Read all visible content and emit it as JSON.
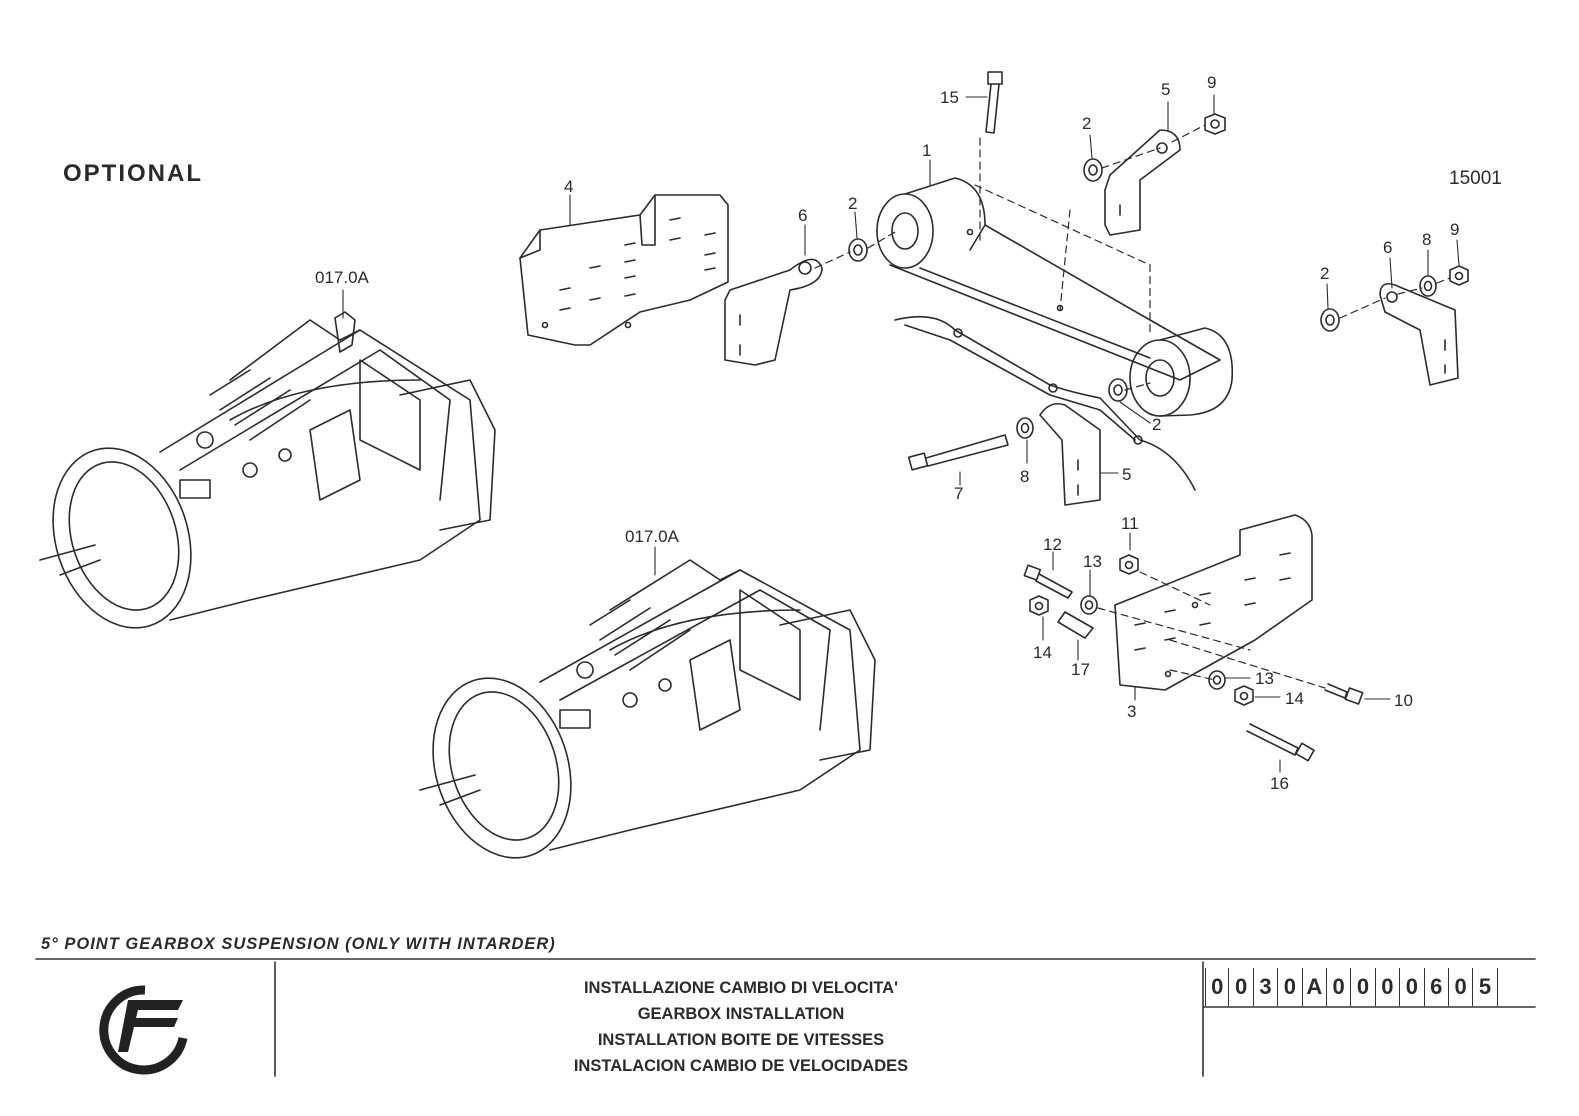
{
  "header": {
    "optional_label": "OPTIONAL",
    "drawing_ref": "15001"
  },
  "group_labels": [
    "017.0A",
    "017.0A"
  ],
  "callouts": [
    "15",
    "5",
    "9",
    "2",
    "1",
    "4",
    "6",
    "2",
    "6",
    "8",
    "9",
    "2",
    "2",
    "8",
    "5",
    "7",
    "11",
    "12",
    "13",
    "14",
    "17",
    "3",
    "13",
    "14",
    "10",
    "16"
  ],
  "footer": {
    "section_title": "5° POINT GEARBOX SUSPENSION (ONLY WITH INTARDER)",
    "titles": [
      "INSTALLAZIONE CAMBIO DI  VELOCITA'",
      "GEARBOX INSTALLATION",
      "INSTALLATION BOITE DE VITESSES",
      "INSTALACION CAMBIO DE VELOCIDADES"
    ],
    "code_chars": [
      "0",
      "0",
      "3",
      "0",
      "A",
      "0",
      "0",
      "0",
      "0",
      "6",
      "0",
      "5"
    ]
  }
}
